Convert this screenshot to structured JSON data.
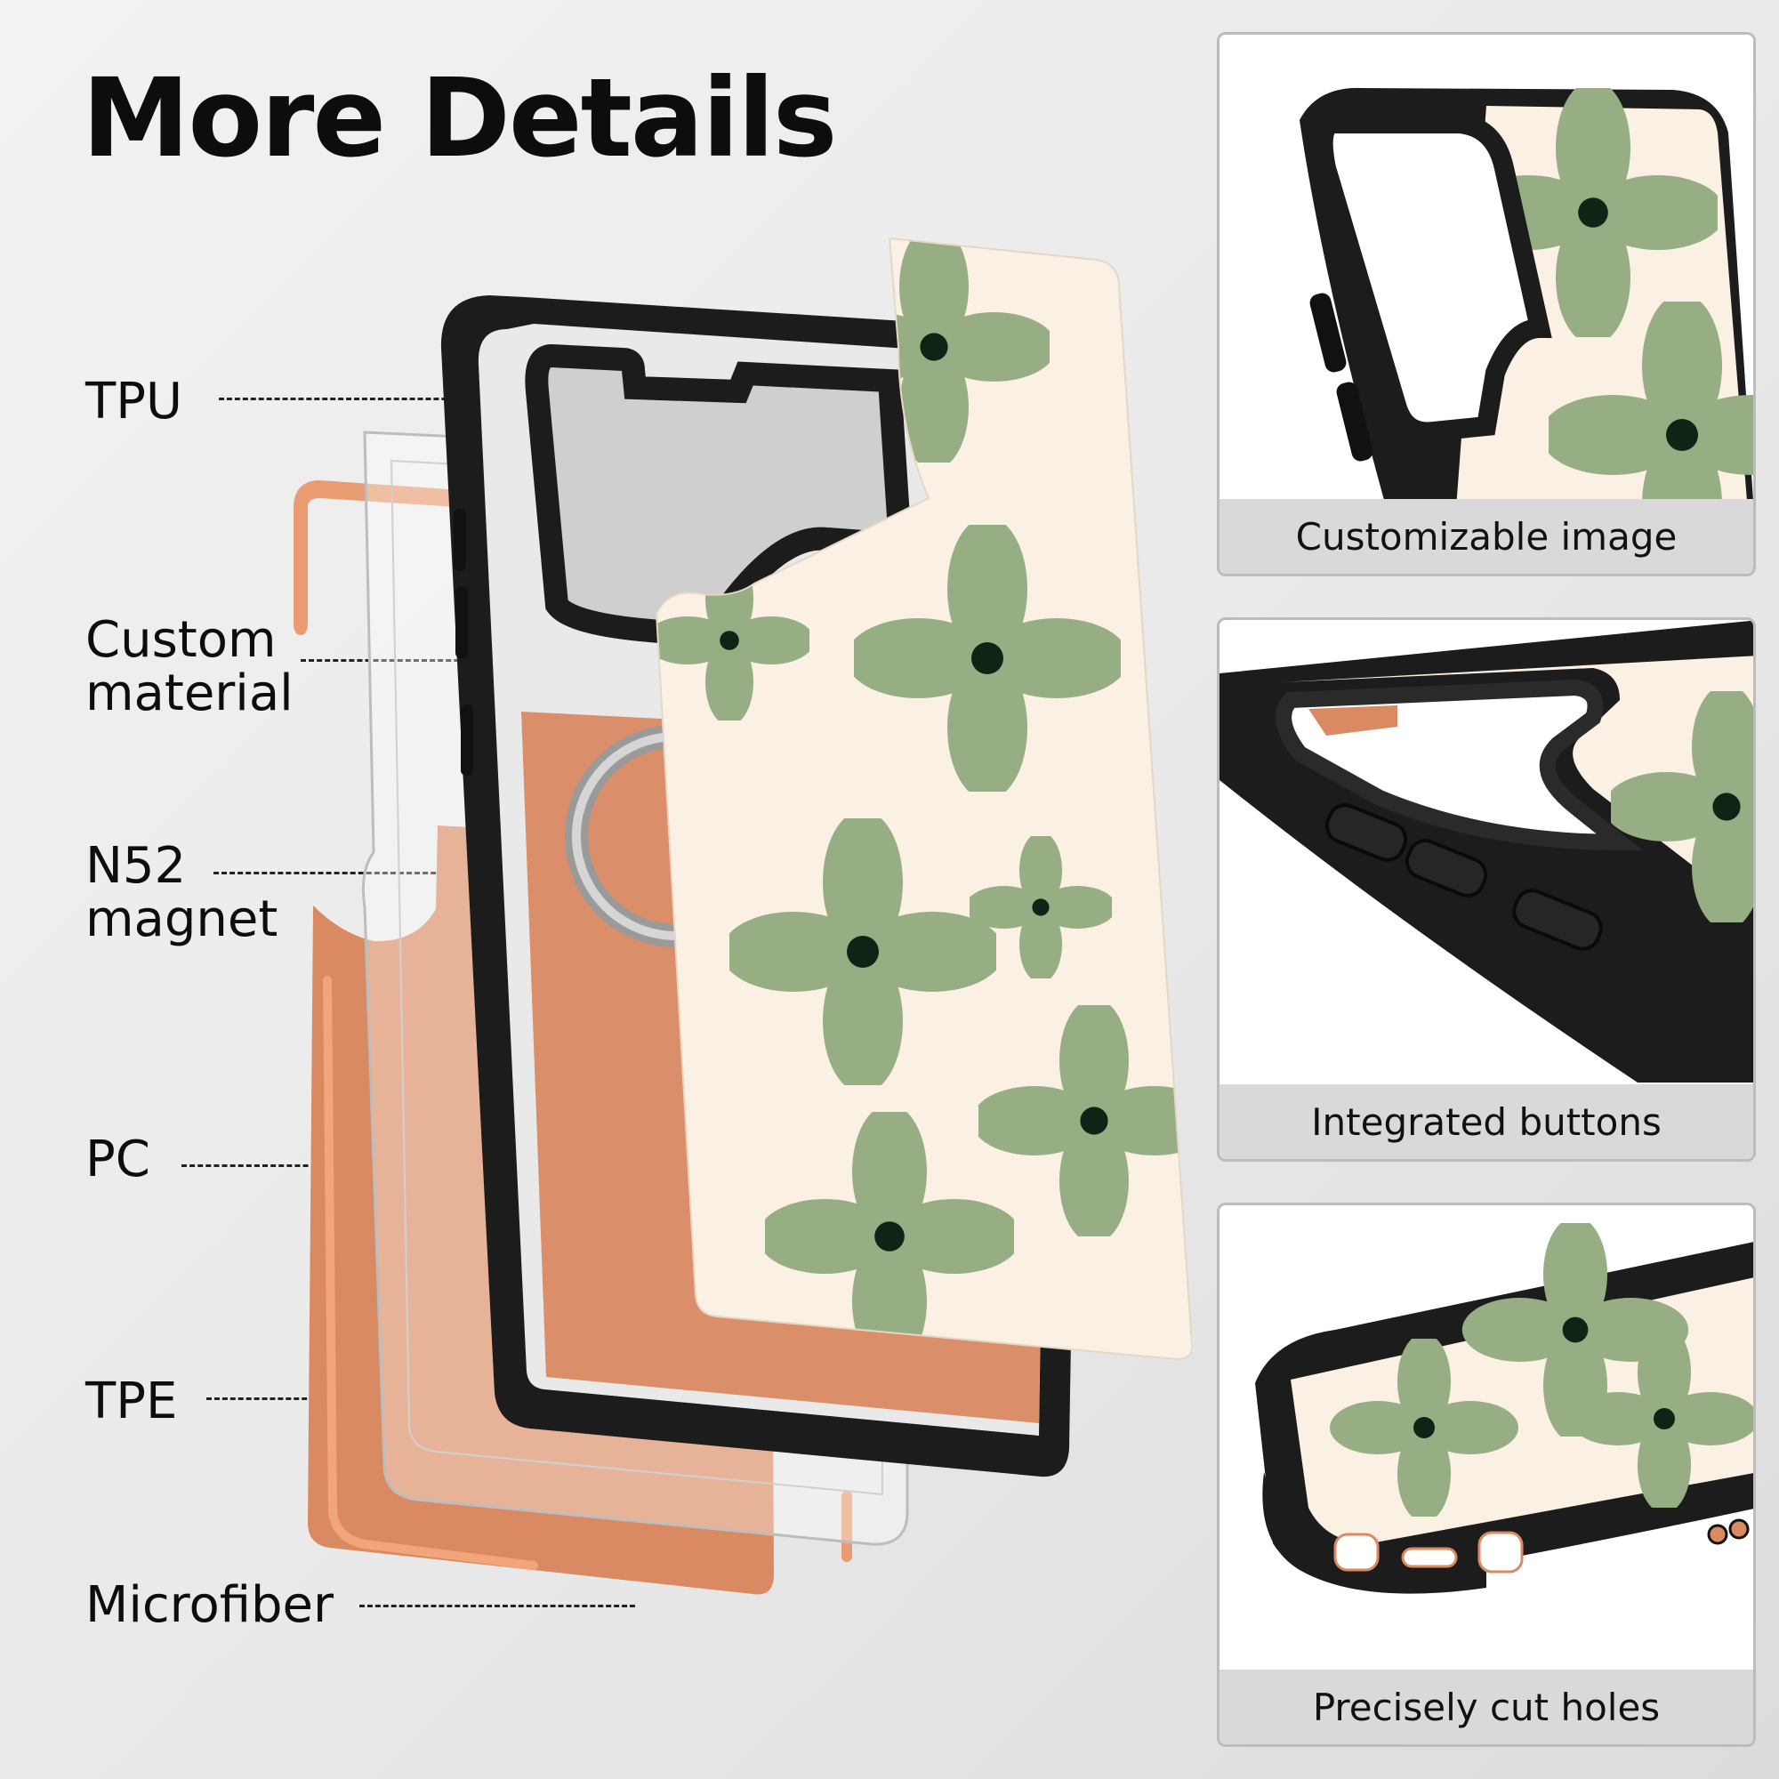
{
  "heading": {
    "title": "More Details"
  },
  "layers": [
    {
      "id": "tpu",
      "lines": [
        "TPU",
        ""
      ]
    },
    {
      "id": "custom-material",
      "lines": [
        "Custom",
        "material"
      ]
    },
    {
      "id": "n52-magnet",
      "lines": [
        "N52",
        "magnet"
      ]
    },
    {
      "id": "pc",
      "lines": [
        "PC",
        ""
      ]
    },
    {
      "id": "tpe",
      "lines": [
        "TPE",
        ""
      ]
    },
    {
      "id": "microfiber",
      "lines": [
        "Microfiber",
        ""
      ]
    }
  ],
  "features": [
    {
      "id": "customizable-image",
      "caption": "Customizable image"
    },
    {
      "id": "integrated-buttons",
      "caption": "Integrated buttons"
    },
    {
      "id": "precisely-cut-holes",
      "caption": "Precisely cut holes"
    }
  ],
  "colors": {
    "bumper": "#1c1c1c",
    "microfiber": "#d98a63",
    "leaf_green": "#97ae84",
    "cream": "#fbf0e4",
    "flower_dot": "#0f2414",
    "caption_bar": "#d9d9d9"
  },
  "icons": [
    "magsafe-ring-icon",
    "flower-pattern-icon"
  ]
}
